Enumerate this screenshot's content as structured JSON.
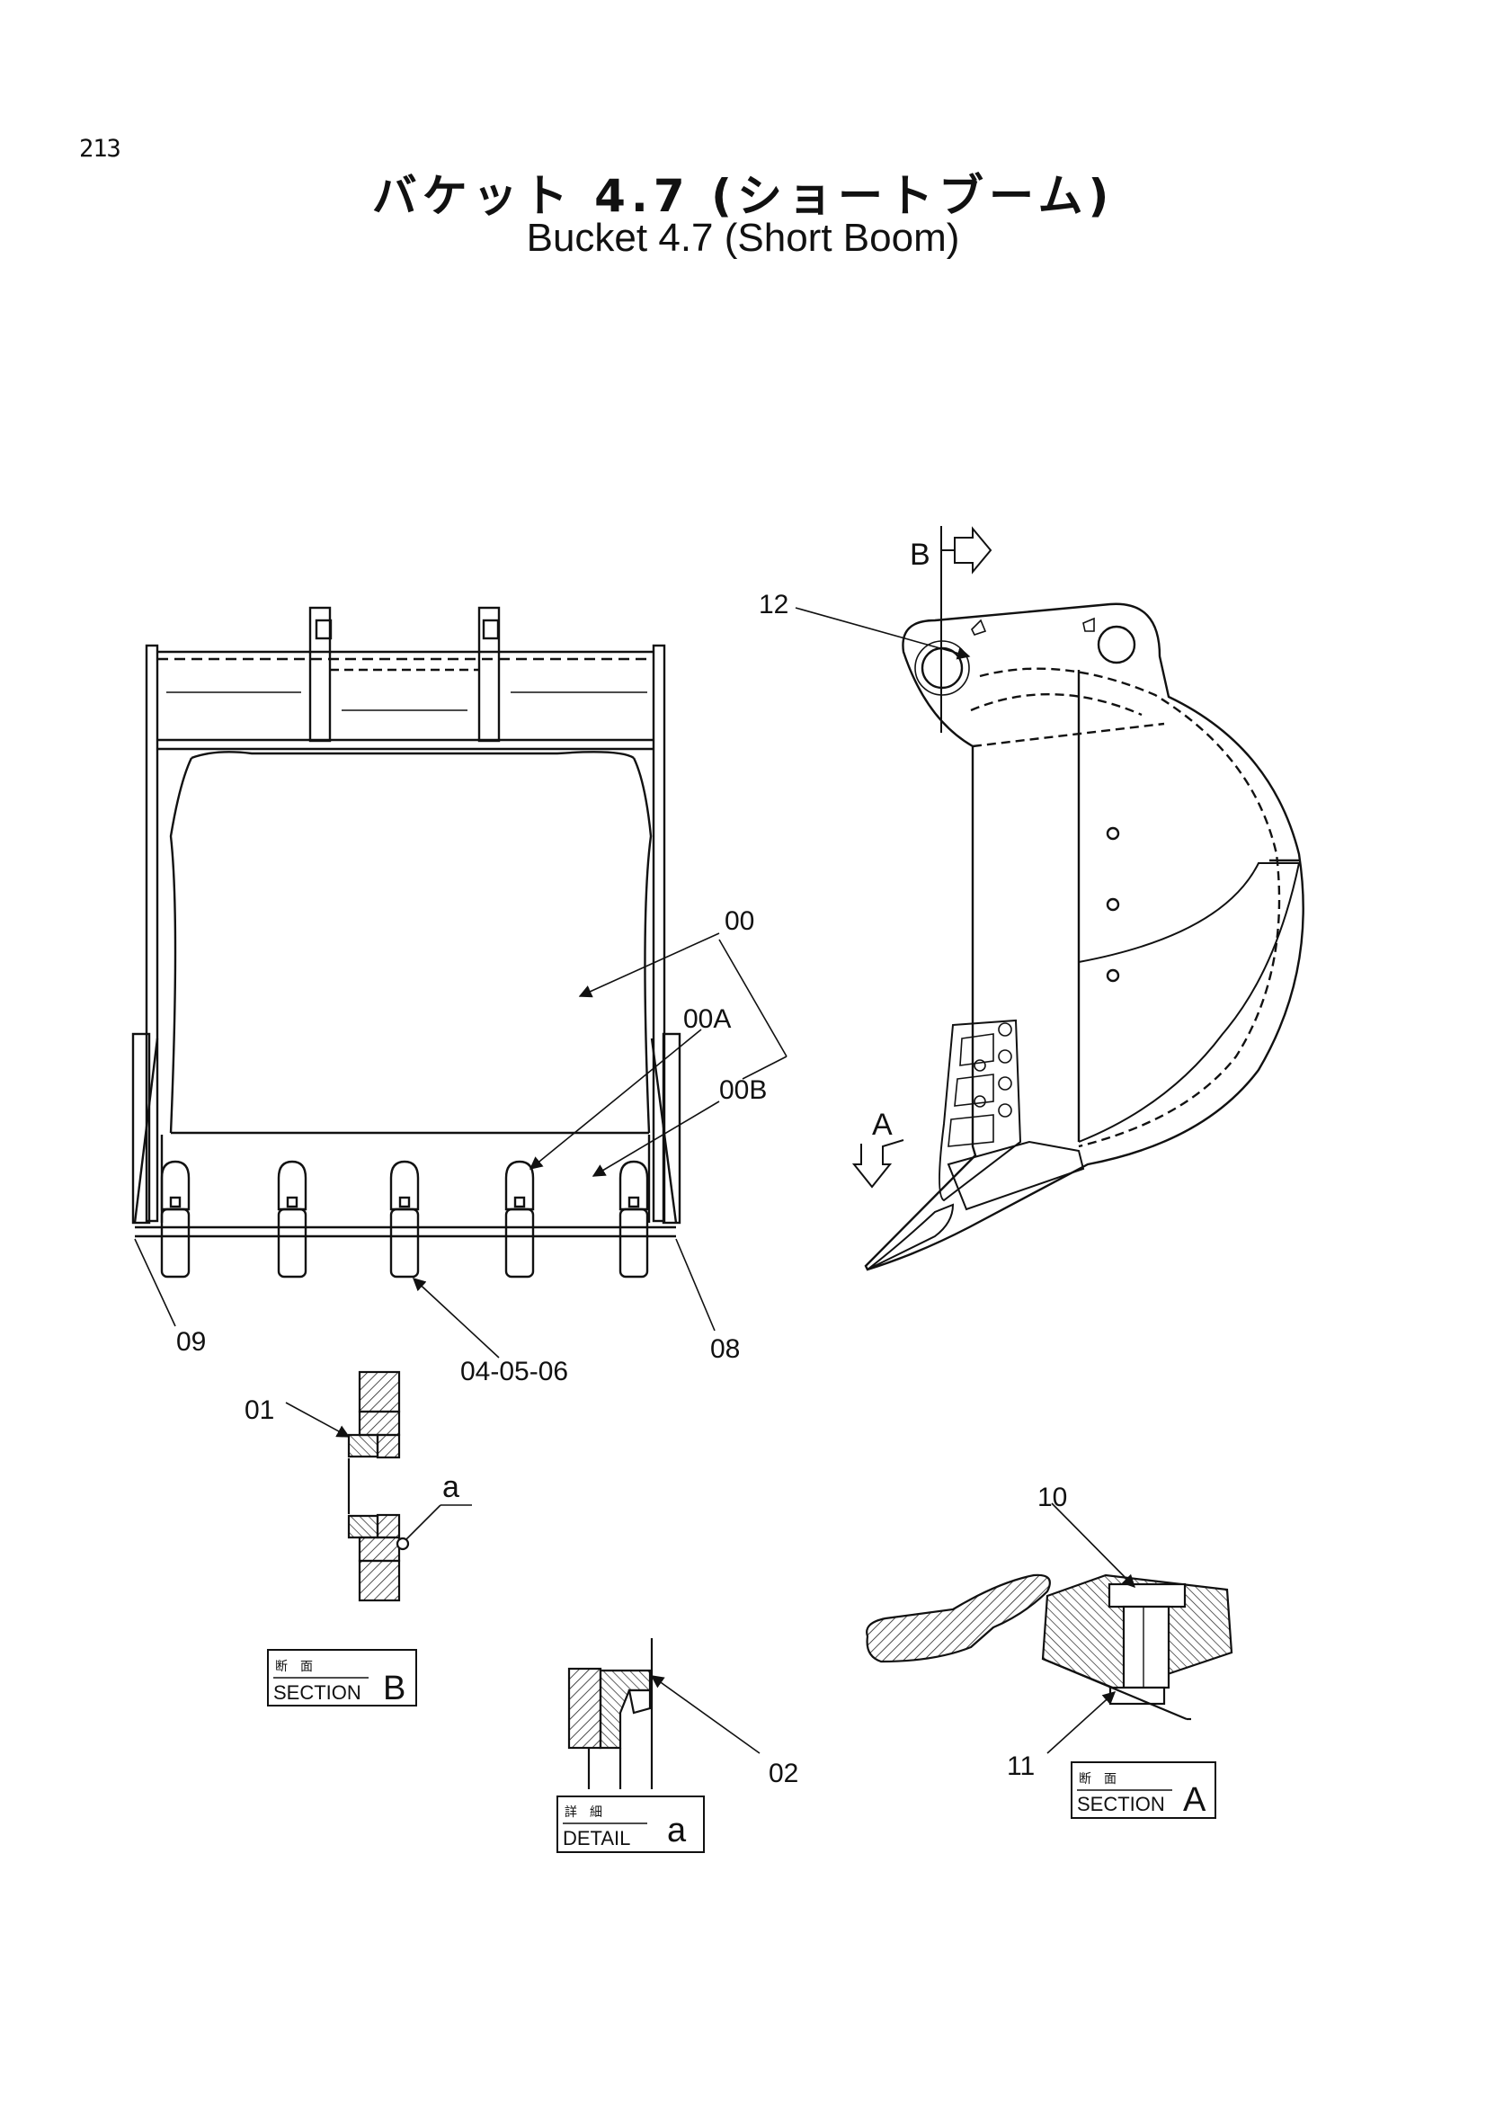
{
  "page": {
    "number": "213",
    "title_jp": "バケット 4.7 (ショートブーム)",
    "title_en": "Bucket 4.7 (Short Boom)"
  },
  "callouts": {
    "p00": "00",
    "p00a": "00A",
    "p00b": "00B",
    "p01": "01",
    "p02": "02",
    "p040506": "04-05-06",
    "p08": "08",
    "p09": "09",
    "p10": "10",
    "p11": "11",
    "p12": "12",
    "detail_marker": "a",
    "section_arrow_a": "A",
    "section_arrow_b": "B"
  },
  "section_boxes": {
    "section_b": {
      "jp": "断　面",
      "en": "SECTION",
      "letter": "B"
    },
    "detail_a": {
      "jp": "詳　細",
      "en": "DETAIL",
      "letter": "a"
    },
    "section_a": {
      "jp": "断　面",
      "en": "SECTION",
      "letter": "A"
    }
  }
}
